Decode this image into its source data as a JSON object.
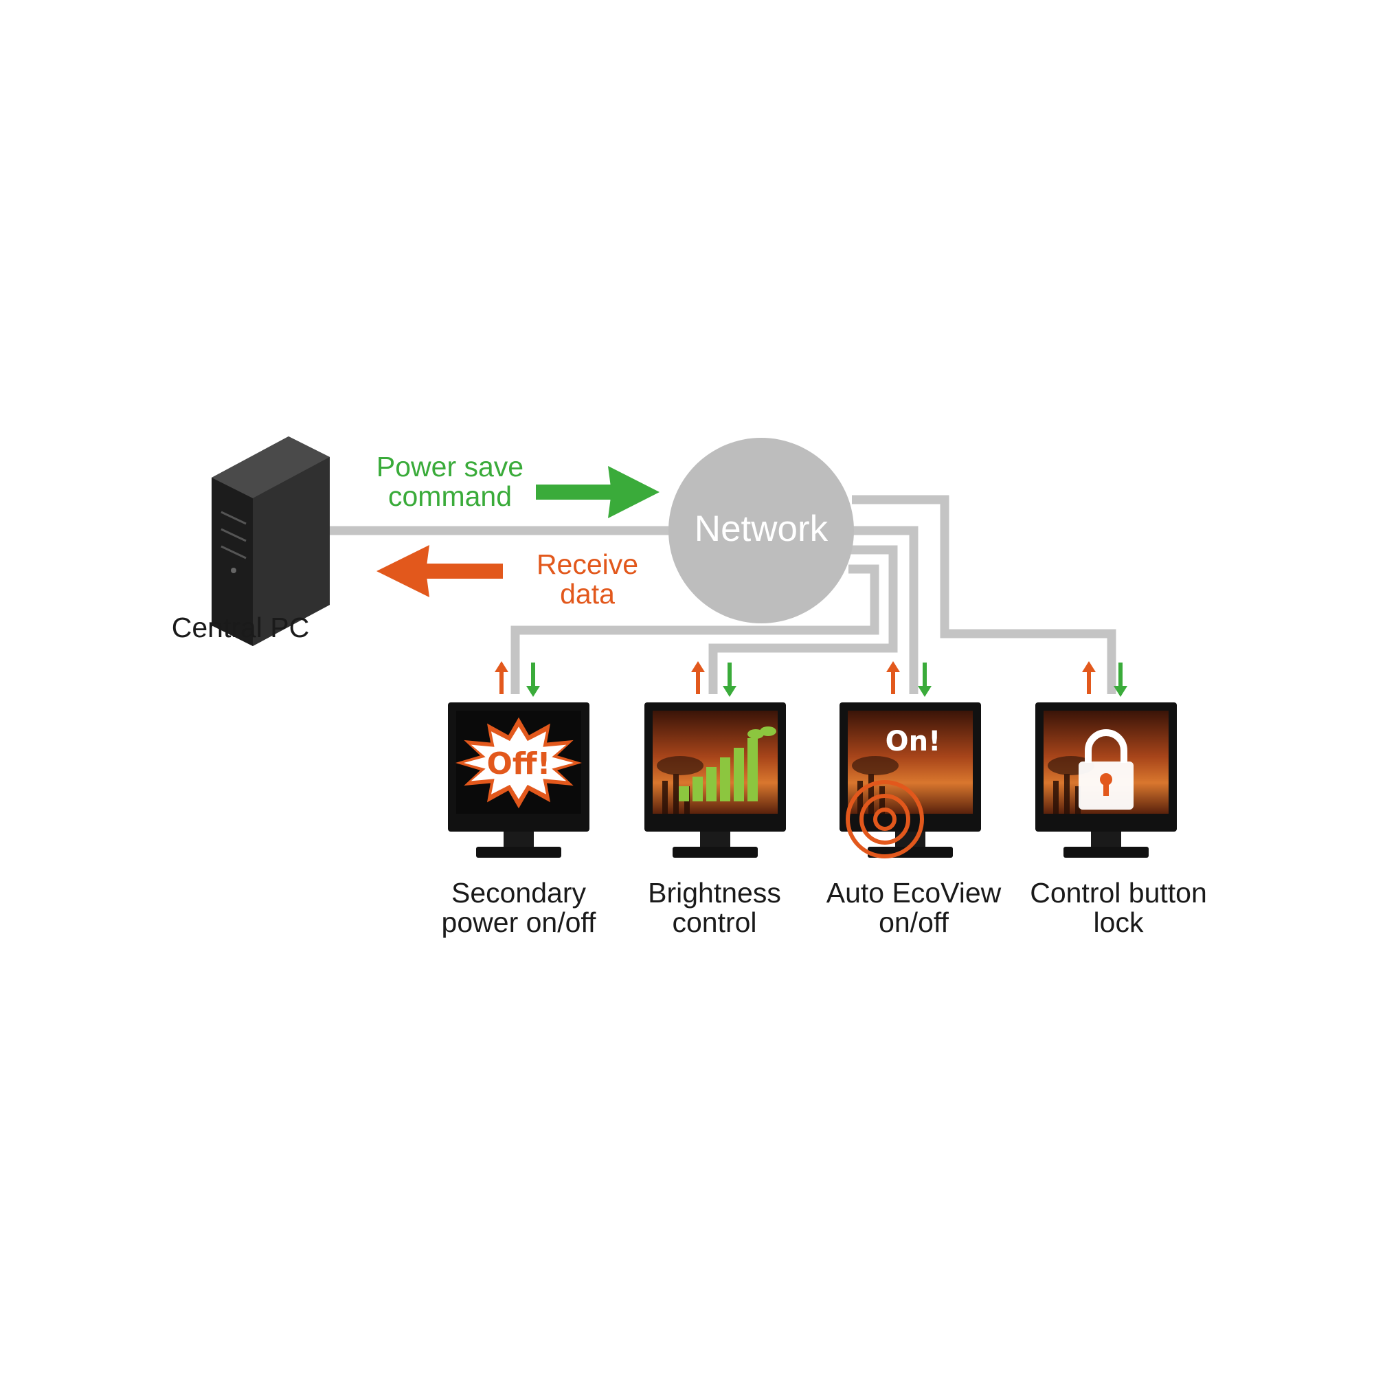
{
  "central_pc": {
    "label": "Central PC",
    "icon": "tower-pc-icon"
  },
  "network": {
    "label": "Network",
    "color": "#bdbdbd"
  },
  "flows": {
    "send": {
      "lines": [
        "Power save",
        "command"
      ],
      "color": "#3aab3a"
    },
    "receive": {
      "lines": [
        "Receive",
        "data"
      ],
      "color": "#e2581c"
    }
  },
  "monitors": [
    {
      "id": "secondary-power",
      "lines": [
        "Secondary",
        "power on/off"
      ],
      "screen_text": "Off!",
      "icon": "burst-icon"
    },
    {
      "id": "brightness",
      "lines": [
        "Brightness",
        "control"
      ],
      "screen_text": "",
      "icon": "brightness-bars-icon"
    },
    {
      "id": "auto-ecoview",
      "lines": [
        "Auto EcoView",
        "on/off"
      ],
      "screen_text": "On!",
      "icon": "sensor-icon"
    },
    {
      "id": "control-lock",
      "lines": [
        "Control button",
        "lock"
      ],
      "screen_text": "",
      "icon": "padlock-icon"
    }
  ],
  "colors": {
    "cable": "#c4c4c4",
    "up_arrow": "#e2581c",
    "down_arrow": "#3aab3a",
    "monitor_frame": "#111111"
  }
}
